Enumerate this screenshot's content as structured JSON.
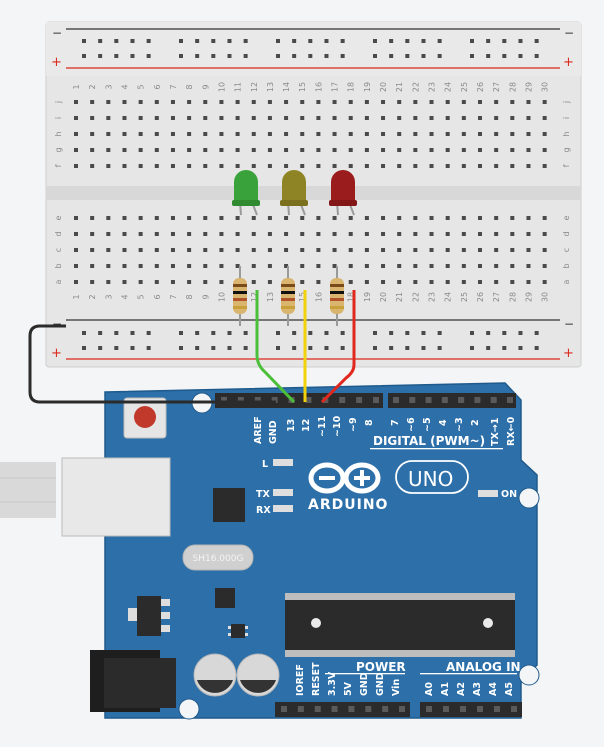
{
  "breadboard": {
    "rail_minus": "−",
    "rail_plus": "+",
    "top_row_labels": [
      "j",
      "i",
      "h",
      "g",
      "f"
    ],
    "bottom_row_labels": [
      "e",
      "d",
      "c",
      "b",
      "a"
    ],
    "columns": [
      "1",
      "2",
      "3",
      "4",
      "5",
      "6",
      "7",
      "8",
      "9",
      "10",
      "11",
      "12",
      "13",
      "14",
      "15",
      "16",
      "17",
      "18",
      "19",
      "20",
      "21",
      "22",
      "23",
      "24",
      "25",
      "26",
      "27",
      "28",
      "29",
      "30"
    ]
  },
  "components": {
    "leds": [
      {
        "label": "green-led",
        "color": "#3aa23a"
      },
      {
        "label": "yellow-led",
        "color": "#8f8425"
      },
      {
        "label": "red-led",
        "color": "#9b1c1c"
      }
    ],
    "wire_colors": {
      "ground": "#2b2b2b",
      "green": "#4cbf3a",
      "yellow": "#f2d20a",
      "red": "#e0281e"
    }
  },
  "arduino": {
    "board_color": "#2c6fa9",
    "logo_text": "ARDUINO",
    "model": "UNO",
    "on_label": "ON",
    "l_label": "L",
    "tx_label": "TX",
    "rx_label": "RX",
    "crystal_label": "SH16.000G",
    "digital_label": "DIGITAL (PWM~)",
    "top_pins": [
      "AREF",
      "GND",
      "13",
      "12",
      "~11",
      "~10",
      "~9",
      "8",
      "7",
      "~6",
      "~5",
      "4",
      "~3",
      "2",
      "TX→1",
      "RX←0"
    ],
    "power_label": "POWER",
    "analog_label": "ANALOG IN",
    "power_pins": [
      "IOREF",
      "RESET",
      "3.3V",
      "5V",
      "GND",
      "GND",
      "Vin"
    ],
    "analog_pins": [
      "A0",
      "A1",
      "A2",
      "A3",
      "A4",
      "A5"
    ]
  }
}
